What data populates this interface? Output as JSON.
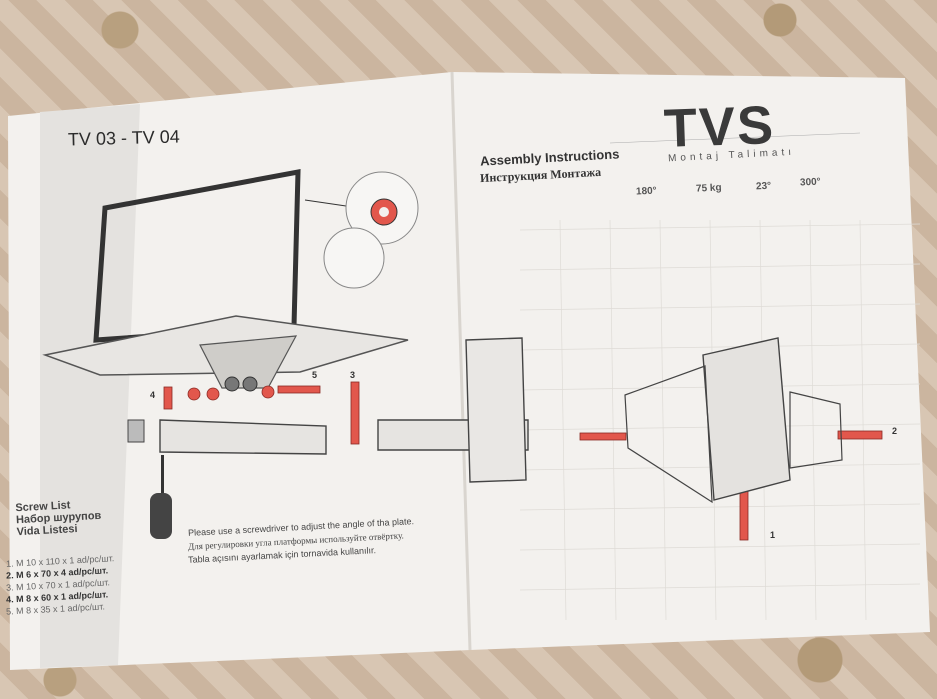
{
  "header": {
    "model": "TV 03 - TV 04",
    "brand": "TVS",
    "title_en": "Assembly Instructions",
    "title_tr": "Montaj Talimatı",
    "title_ru": "Инструкция Монтажа"
  },
  "specs": [
    "180°",
    "75 kg",
    "23°",
    "300°"
  ],
  "screw_list": {
    "title_en": "Screw List",
    "title_ru": "Набор шурупов",
    "title_tr": "Vida Listesi",
    "items": [
      "1. M 10 x 110 x 1 ad/pc/шт.",
      "2. M 6 x 70 x 4 ad/pc/шт.",
      "3. M 10 x 70 x 1 ad/pc/шт.",
      "4. M 8 x 60 x 1 ad/pc/шт.",
      "5. M 8 x 35 x 1 ad/pc/шт."
    ]
  },
  "notes": [
    "Please use a screwdriver to adjust the angle of tha plate.",
    "Для регулировки угла платформы используйте отвёртку.",
    "Tabla açısını ayarlamak için tornavida kullanılır."
  ],
  "part_numbers": [
    "1",
    "2",
    "3",
    "4",
    "5"
  ],
  "colors": {
    "paper": "#f3f1ee",
    "ink": "#3a3a3a",
    "accent_red": "#e2574c",
    "table": "#cdb9a6"
  }
}
